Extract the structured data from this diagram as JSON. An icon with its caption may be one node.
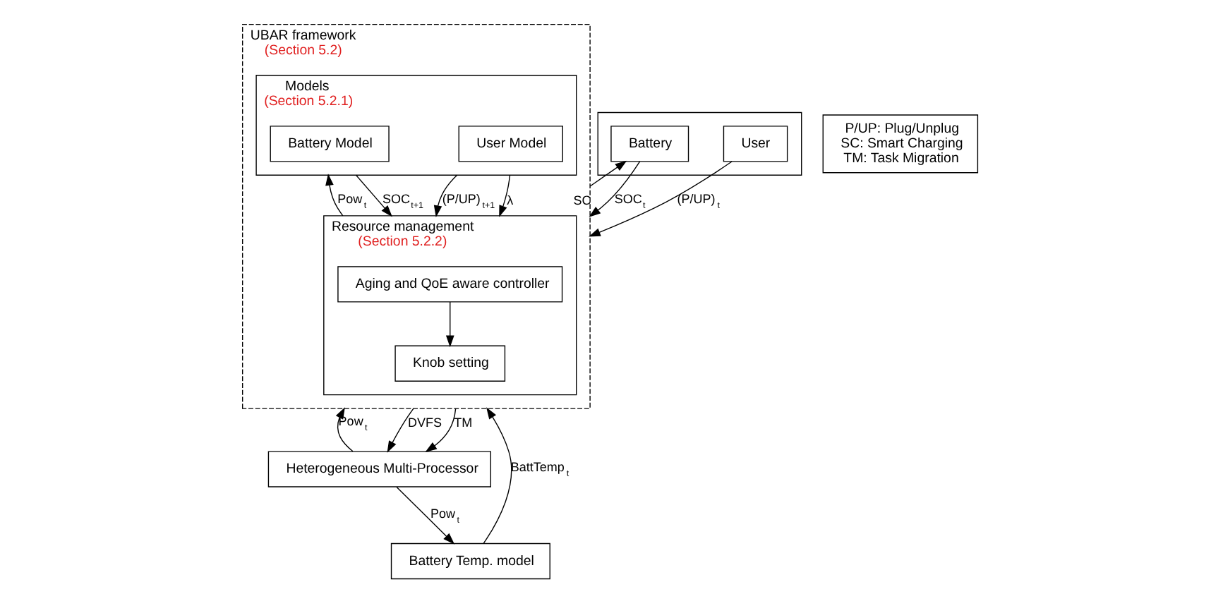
{
  "diagram": {
    "nodes": [
      {
        "text": [
          "UBAR framework",
          "(Section 5.2)"
        ]
      },
      {
        "text": [
          "Models",
          "(Section 5.2.1)"
        ],
        "in": 0
      },
      {
        "text": [
          "Battery Model"
        ],
        "in": 1
      },
      {
        "text": [
          "User Model"
        ],
        "in": 1
      },
      {
        "text": [
          "Resource management",
          "(Section 5.2.2)"
        ],
        "in": 0
      },
      {
        "text": [
          "Aging and QoE aware controller"
        ],
        "in": 4
      },
      {
        "text": [
          "Knob setting"
        ],
        "in": 4
      },
      {
        "text": [],
        "shape": "box"
      },
      {
        "text": [
          "User"
        ],
        "in": 7
      },
      {
        "text": [
          "Battery"
        ],
        "in": 7
      },
      {
        "text": [
          "Battery Temp. model"
        ]
      },
      {
        "text": [
          "Heterogeneous Multi-Processor"
        ]
      },
      {
        "text": [
          "P/UP: Plug/Unplug",
          "SC: Smart Charging",
          "TM: Task Migration"
        ]
      }
    ],
    "edges": [
      {
        "from": 1,
        "to": 4,
        "arrow": "to",
        "label": "SOC$_{t+1}$"
      },
      {
        "from": 4,
        "to": 1,
        "arrow": "to",
        "label": "Pow$_{t}$"
      },
      {
        "from": 1,
        "to": 4,
        "arrow": "to",
        "label": "λ"
      },
      {
        "from": 1,
        "to": 4,
        "arrow": "to",
        "label": "(P/UP)$_{t+1}$"
      },
      {
        "from": 5,
        "to": 6,
        "arrow": "to"
      },
      {
        "from": 8,
        "to": 0,
        "arrow": "to",
        "label": "(P/UP)$_{t}$"
      },
      {
        "from": 0,
        "to": 9,
        "arrow": "to",
        "label": "SC"
      },
      {
        "from": 9,
        "to": 0,
        "arrow": "to",
        "label": "SOC$_{t}$"
      },
      {
        "from": 10,
        "to": 0,
        "arrow": "to",
        "label": "BattTemp$_{t}$"
      },
      {
        "from": 11,
        "to": 0,
        "arrow": "to",
        "label": "Pow$_{t}$"
      },
      {
        "from": 0,
        "to": 11,
        "arrow": "to",
        "label": "DVFS"
      },
      {
        "from": 0,
        "to": 11,
        "arrow": "to",
        "label": "TM"
      },
      {
        "from": 11,
        "to": 10,
        "arrow": "to",
        "label": "Pow$_{t}$"
      }
    ]
  }
}
